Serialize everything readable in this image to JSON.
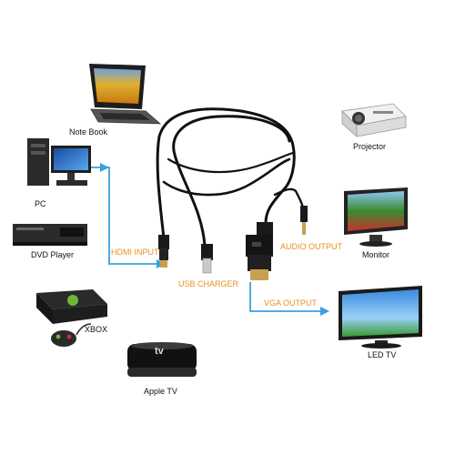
{
  "sources": {
    "notebook": "Note Book",
    "pc": "PC",
    "dvd_player": "DVD Player",
    "xbox": "XBOX",
    "apple_tv": "Apple TV"
  },
  "cable": {
    "hdmi_input": "HDMI INPUT",
    "usb_charger": "USB CHARGER",
    "audio_output": "AUDIO OUTPUT",
    "vga_output": "VGA OUTPUT"
  },
  "outputs": {
    "projector": "Projector",
    "monitor": "Monitor",
    "led_tv": "LED TV"
  },
  "apple_tv_logo": "tv",
  "colors": {
    "arrow": "#3aa0dc",
    "cable_label": "#e8901e",
    "cable": "#111111"
  }
}
